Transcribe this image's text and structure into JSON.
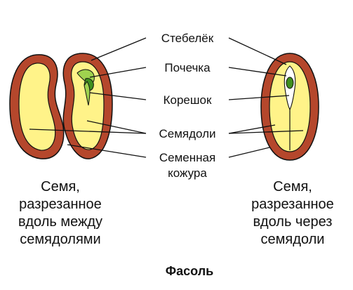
{
  "labels": {
    "stem": "Стебелёк",
    "bud": "Почечка",
    "root": "Корешок",
    "cotyledons": "Семядоли",
    "seed_coat_line1": "Семенная",
    "seed_coat_line2": "кожура"
  },
  "captions": {
    "left": [
      "Семя,",
      "разрезанное",
      "вдоль между",
      "семядолями"
    ],
    "right": [
      "Семя,",
      "разрезанное",
      "вдоль через",
      "семядоли"
    ]
  },
  "title": "Фасоль",
  "colors": {
    "seed_coat": "#b5472c",
    "cotyledon": "#fff389",
    "embryo": "#9fd24f",
    "bud": "#3f8f1f",
    "outline": "#111111"
  }
}
